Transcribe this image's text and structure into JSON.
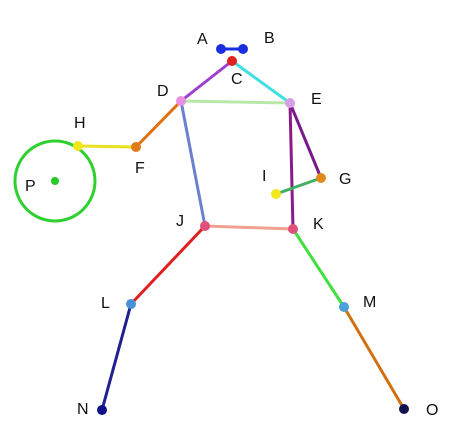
{
  "diagram": {
    "points": [
      {
        "id": "A",
        "label": "A",
        "color": "#1a2ee0"
      },
      {
        "id": "B",
        "label": "B",
        "color": "#1a2ee0"
      },
      {
        "id": "C",
        "label": "C",
        "color": "#e0201a"
      },
      {
        "id": "D",
        "label": "D",
        "color": "#e890e0"
      },
      {
        "id": "E",
        "label": "E",
        "color": "#d8a0e8"
      },
      {
        "id": "F",
        "label": "F",
        "color": "#e07a1a"
      },
      {
        "id": "G",
        "label": "G",
        "color": "#e08a1a"
      },
      {
        "id": "H",
        "label": "H",
        "color": "#f0e81a"
      },
      {
        "id": "I",
        "label": "I",
        "color": "#f0e81a"
      },
      {
        "id": "J",
        "label": "J",
        "color": "#e0507a"
      },
      {
        "id": "K",
        "label": "K",
        "color": "#e0507a"
      },
      {
        "id": "L",
        "label": "L",
        "color": "#4a90d8"
      },
      {
        "id": "M",
        "label": "M",
        "color": "#4aa0d8"
      },
      {
        "id": "N",
        "label": "N",
        "color": "#101088"
      },
      {
        "id": "O",
        "label": "O",
        "color": "#101050"
      },
      {
        "id": "P",
        "label": "P",
        "color": "#22cc22"
      }
    ],
    "edges": [
      {
        "from": "A",
        "to": "B",
        "color": "#1a2ee0"
      },
      {
        "from": "C",
        "to": "D",
        "color": "#a040d0"
      },
      {
        "from": "C",
        "to": "E",
        "color": "#40e0e0"
      },
      {
        "from": "D",
        "to": "E",
        "color": "#b8e8a8"
      },
      {
        "from": "D",
        "to": "F",
        "color": "#e07010"
      },
      {
        "from": "F",
        "to": "H",
        "color": "#e8e020"
      },
      {
        "from": "D",
        "to": "J",
        "color": "#6a80d0"
      },
      {
        "from": "E",
        "to": "G",
        "color": "#7a1a8a"
      },
      {
        "from": "E",
        "to": "K",
        "color": "#8a1a8a"
      },
      {
        "from": "I",
        "to": "G",
        "color": "#40b060"
      },
      {
        "from": "J",
        "to": "K",
        "color": "#f0a090"
      },
      {
        "from": "J",
        "to": "L",
        "color": "#e02020"
      },
      {
        "from": "K",
        "to": "M",
        "color": "#40e040"
      },
      {
        "from": "L",
        "to": "N",
        "color": "#202090"
      },
      {
        "from": "M",
        "to": "O",
        "color": "#d07010"
      }
    ],
    "circle": {
      "center": "P",
      "color": "#30d030"
    }
  }
}
